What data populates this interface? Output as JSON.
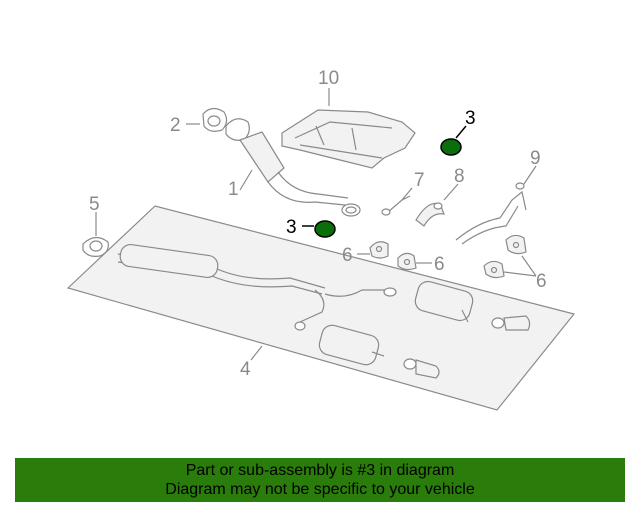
{
  "diagram": {
    "callouts": {
      "part_1": "1",
      "part_2": "2",
      "part_3_upper": "3",
      "part_3_lower": "3",
      "part_4": "4",
      "part_5": "5",
      "part_6_left": "6",
      "part_6_middle": "6",
      "part_6_right": "6",
      "part_7": "7",
      "part_8": "8",
      "part_9": "9",
      "part_10": "10"
    },
    "highlight_color": "#0a6e0a"
  },
  "caption": {
    "line1": "Part or sub-assembly is #3 in diagram",
    "line2": "Diagram may not be specific to your vehicle",
    "background": "#2a7d0a"
  }
}
